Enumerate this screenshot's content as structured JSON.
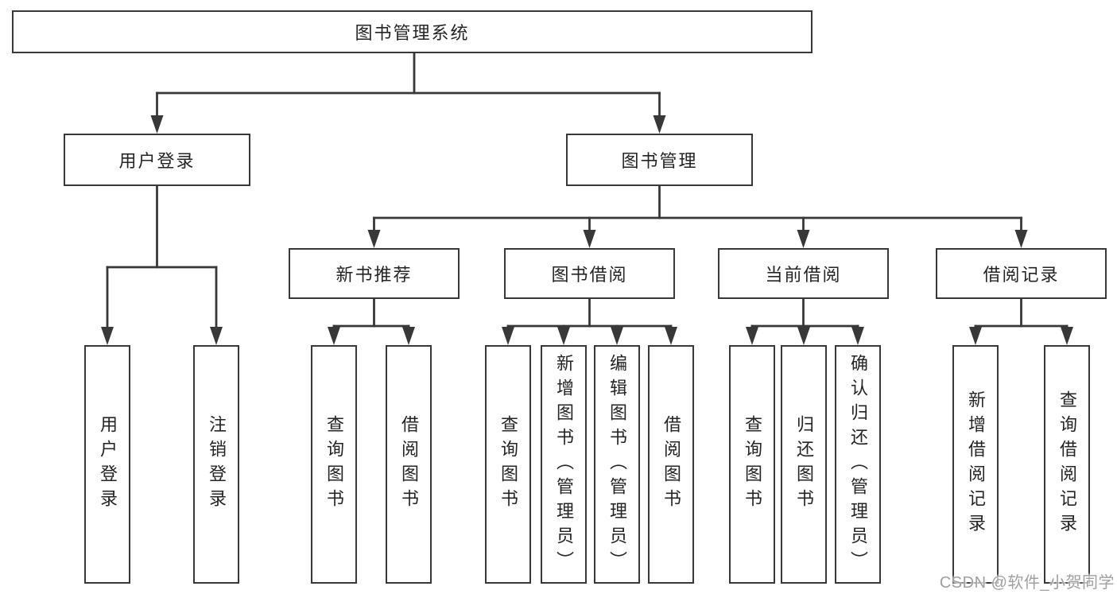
{
  "diagram": {
    "root": {
      "label": "图书管理系统"
    },
    "branches": [
      {
        "label": "用户登录",
        "children": [
          {
            "label": "用户登录"
          },
          {
            "label": "注销登录"
          }
        ]
      },
      {
        "label": "图书管理",
        "children": [
          {
            "label": "新书推荐",
            "children": [
              {
                "label": "查询图书"
              },
              {
                "label": "借阅图书"
              }
            ]
          },
          {
            "label": "图书借阅",
            "children": [
              {
                "label": "查询图书"
              },
              {
                "label": "新增图书（管理员）"
              },
              {
                "label": "编辑图书（管理员）"
              },
              {
                "label": "借阅图书"
              }
            ]
          },
          {
            "label": "当前借阅",
            "children": [
              {
                "label": "查询图书"
              },
              {
                "label": "归还图书"
              },
              {
                "label": "确认归还（管理员）"
              }
            ]
          },
          {
            "label": "借阅记录",
            "children": [
              {
                "label": "新增借阅记录"
              },
              {
                "label": "查询借阅记录"
              }
            ]
          }
        ]
      }
    ]
  },
  "watermark": {
    "text": "CSDN @软件_小贺同学"
  },
  "colors": {
    "line": "#383838",
    "text": "#242424",
    "background": "#ffffff",
    "watermark": "#a0a0a0"
  }
}
